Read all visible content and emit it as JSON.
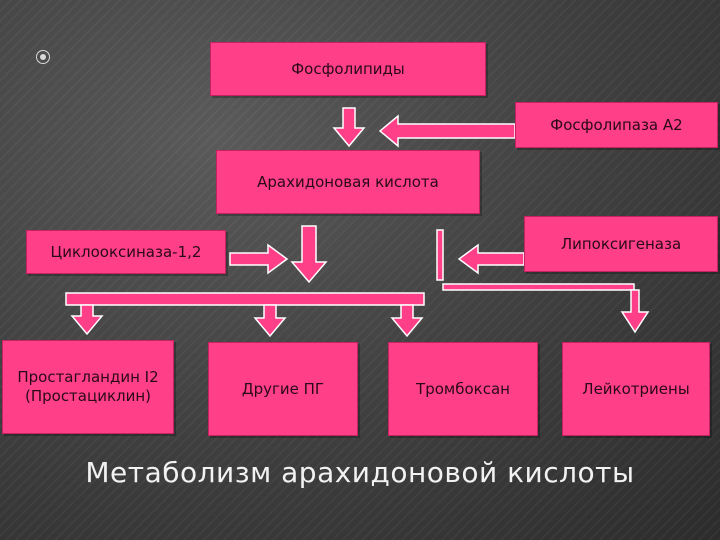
{
  "boxes": {
    "phospholipids": "Фосфолипиды",
    "phospholipase": "Фосфолипаза А2",
    "arachidonic_acid": "Арахидоновая кислота",
    "cyclooxygenase": "Циклооксиназа-1,2",
    "lipoxygenase": "Липоксигеназа",
    "prostaglandin_i2": "Простагландин I2 (Простациклин)",
    "other_pg": "Другие ПГ",
    "thromboxane": "Тромбоксан",
    "leukotrienes": "Лейкотриены"
  },
  "title": "Метаболизм арахидоновой кислоты",
  "colors": {
    "box_fill": "#ff3f88",
    "arrow_fill": "#ff3f88",
    "arrow_outline": "#ffffff",
    "text_dark": "#2a0a16",
    "title_text": "#f2f2f2"
  },
  "icons": {
    "bullet": "target-bullet-icon"
  }
}
